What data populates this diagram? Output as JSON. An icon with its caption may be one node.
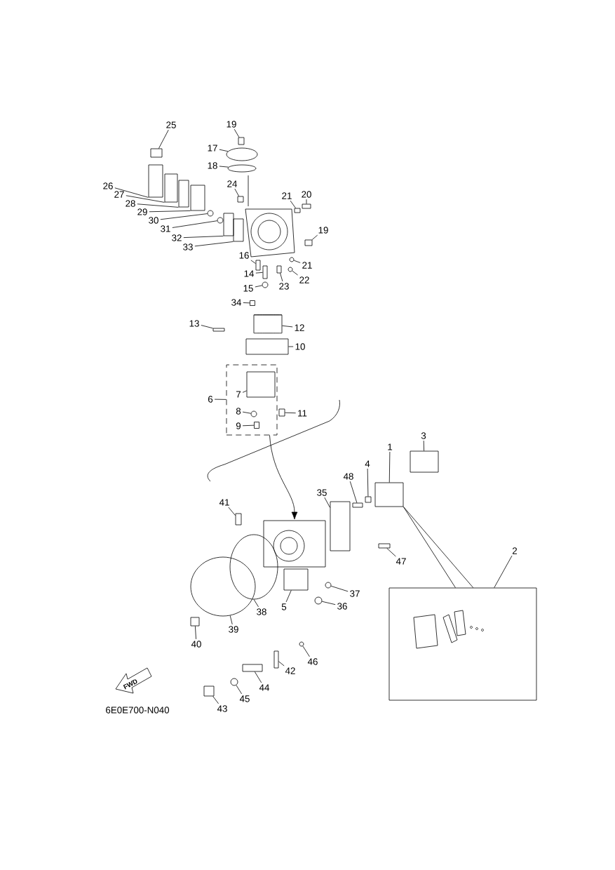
{
  "diagram": {
    "nodes": [
      {
        "text": [],
        "shape": "box"
      },
      {
        "text": [
          "25"
        ]
      },
      {
        "text": [
          "19"
        ]
      },
      {
        "text": [
          "17"
        ]
      },
      {
        "text": [
          "18"
        ]
      },
      {
        "text": [
          "24"
        ]
      },
      {
        "text": [
          "26"
        ]
      },
      {
        "text": [
          "27"
        ]
      },
      {
        "text": [
          "28"
        ]
      },
      {
        "text": [
          "29"
        ]
      },
      {
        "text": [
          "20"
        ]
      },
      {
        "text": [
          "21"
        ]
      },
      {
        "text": [
          "30"
        ]
      },
      {
        "text": [
          "31"
        ]
      },
      {
        "text": [
          "19"
        ]
      },
      {
        "text": [
          "32"
        ]
      },
      {
        "text": [
          "33"
        ]
      },
      {
        "text": [
          "16"
        ]
      },
      {
        "text": [
          "21"
        ]
      },
      {
        "text": [
          "14"
        ]
      },
      {
        "text": [
          "22"
        ]
      },
      {
        "text": [
          "23"
        ]
      },
      {
        "text": [
          "15"
        ]
      },
      {
        "text": [
          "34"
        ]
      },
      {
        "text": [
          "13"
        ]
      },
      {
        "text": [
          "12"
        ]
      },
      {
        "text": [
          "10"
        ]
      },
      {
        "text": [
          "6"
        ]
      },
      {
        "text": [
          "7"
        ],
        "in": 0
      },
      {
        "text": [
          "11"
        ]
      },
      {
        "text": [
          "8"
        ],
        "in": 0
      },
      {
        "text": [
          "9"
        ],
        "in": 0
      },
      {
        "text": [
          "3"
        ]
      },
      {
        "text": [
          "1"
        ]
      },
      {
        "text": [
          "4"
        ]
      },
      {
        "text": [
          "48"
        ]
      },
      {
        "text": [
          "35"
        ]
      },
      {
        "text": [
          "41"
        ]
      },
      {
        "text": [
          "2"
        ]
      },
      {
        "text": [
          "47"
        ]
      },
      {
        "text": [
          "37"
        ]
      },
      {
        "text": [
          "5"
        ]
      },
      {
        "text": [
          "36"
        ]
      },
      {
        "text": [
          "38"
        ]
      },
      {
        "text": [
          "39"
        ]
      },
      {
        "text": [
          "40"
        ]
      },
      {
        "text": [
          "46"
        ]
      },
      {
        "text": [
          "42"
        ]
      },
      {
        "text": [
          "44"
        ]
      },
      {
        "text": [
          "45"
        ]
      },
      {
        "text": [
          "43"
        ]
      },
      {
        "text": [],
        "shape": "box"
      },
      {
        "text": [],
        "shape": "box"
      },
      {
        "text": [],
        "shape": "ellipse"
      },
      {
        "text": [],
        "shape": "ellipse"
      },
      {
        "text": [],
        "shape": "box"
      },
      {
        "text": [],
        "shape": "box"
      },
      {
        "text": [],
        "shape": "box"
      },
      {
        "text": [],
        "shape": "box"
      },
      {
        "text": [],
        "shape": "box"
      },
      {
        "text": [],
        "shape": "box"
      },
      {
        "text": [],
        "shape": "box"
      },
      {
        "text": [],
        "shape": "circle"
      },
      {
        "text": [],
        "shape": "circle"
      },
      {
        "text": [],
        "shape": "box"
      },
      {
        "text": [],
        "shape": "box"
      },
      {
        "text": [],
        "shape": "box"
      },
      {
        "text": [],
        "shape": "box"
      },
      {
        "text": [],
        "shape": "circle"
      },
      {
        "text": [],
        "shape": "box"
      },
      {
        "text": [],
        "shape": "circle"
      },
      {
        "text": [],
        "shape": "box"
      },
      {
        "text": [],
        "shape": "circle"
      },
      {
        "text": [],
        "shape": "box"
      },
      {
        "text": [],
        "shape": "bar"
      },
      {
        "text": [],
        "shape": "cylinder"
      },
      {
        "text": [],
        "shape": "box"
      },
      {
        "text": [],
        "shape": "box",
        "in": 0
      },
      {
        "text": [],
        "shape": "box"
      },
      {
        "text": [],
        "shape": "circle",
        "in": 0
      },
      {
        "text": [],
        "shape": "box",
        "in": 0
      },
      {
        "text": [],
        "shape": "box"
      },
      {
        "text": [],
        "shape": "box"
      },
      {
        "text": [],
        "shape": "box"
      },
      {
        "text": [],
        "shape": "bar"
      },
      {
        "text": [],
        "shape": "box"
      },
      {
        "text": [],
        "shape": "box"
      },
      {
        "text": [],
        "shape": "box"
      },
      {
        "text": [],
        "shape": "bar"
      },
      {
        "text": [],
        "shape": "circle"
      },
      {
        "text": [],
        "shape": "box"
      },
      {
        "text": [],
        "shape": "circle"
      },
      {
        "text": [],
        "shape": "ellipse"
      },
      {
        "text": [],
        "shape": "ellipse"
      },
      {
        "text": [],
        "shape": "box"
      },
      {
        "text": [],
        "shape": "circle"
      },
      {
        "text": [],
        "shape": "bar"
      },
      {
        "text": [],
        "shape": "box"
      },
      {
        "text": [],
        "shape": "circle"
      },
      {
        "text": [],
        "shape": "box"
      },
      {
        "text": [],
        "shape": "box"
      }
    ],
    "edges": [
      {
        "from": 1,
        "to": 51,
        "arrow": "none"
      },
      {
        "from": 2,
        "to": 52,
        "arrow": "none"
      },
      {
        "from": 3,
        "to": 53,
        "arrow": "none"
      },
      {
        "from": 4,
        "to": 54,
        "arrow": "none"
      },
      {
        "from": 5,
        "to": 55,
        "arrow": "none"
      },
      {
        "from": 6,
        "to": 56,
        "arrow": "none"
      },
      {
        "from": 7,
        "to": 57,
        "arrow": "none"
      },
      {
        "from": 8,
        "to": 58,
        "arrow": "none"
      },
      {
        "from": 9,
        "to": 59,
        "arrow": "none"
      },
      {
        "from": 10,
        "to": 60,
        "arrow": "none"
      },
      {
        "from": 11,
        "to": 61,
        "arrow": "none"
      },
      {
        "from": 12,
        "to": 62,
        "arrow": "none"
      },
      {
        "from": 13,
        "to": 63,
        "arrow": "none"
      },
      {
        "from": 14,
        "to": 64,
        "arrow": "none"
      },
      {
        "from": 15,
        "to": 65,
        "arrow": "none"
      },
      {
        "from": 16,
        "to": 66,
        "arrow": "none"
      },
      {
        "from": 17,
        "to": 67,
        "arrow": "none"
      },
      {
        "from": 18,
        "to": 68,
        "arrow": "none"
      },
      {
        "from": 19,
        "to": 69,
        "arrow": "none"
      },
      {
        "from": 20,
        "to": 70,
        "arrow": "none"
      },
      {
        "from": 21,
        "to": 71,
        "arrow": "none"
      },
      {
        "from": 22,
        "to": 72,
        "arrow": "none"
      },
      {
        "from": 23,
        "to": 73,
        "arrow": "none"
      },
      {
        "from": 24,
        "to": 74,
        "arrow": "none"
      },
      {
        "from": 25,
        "to": 75,
        "arrow": "none"
      },
      {
        "from": 26,
        "to": 76,
        "arrow": "none"
      },
      {
        "from": 27,
        "to": 0,
        "arrow": "none"
      },
      {
        "from": 28,
        "to": 77,
        "arrow": "none"
      },
      {
        "from": 29,
        "to": 78,
        "arrow": "none"
      },
      {
        "from": 30,
        "to": 79,
        "arrow": "none"
      },
      {
        "from": 31,
        "to": 80,
        "arrow": "none"
      },
      {
        "from": 32,
        "to": 81,
        "arrow": "none"
      },
      {
        "from": 33,
        "to": 82,
        "arrow": "none"
      },
      {
        "from": 34,
        "to": 83,
        "arrow": "none"
      },
      {
        "from": 35,
        "to": 84,
        "arrow": "none"
      },
      {
        "from": 36,
        "to": 85,
        "arrow": "none"
      },
      {
        "from": 37,
        "to": 86,
        "arrow": "none"
      },
      {
        "from": 38,
        "to": 87,
        "arrow": "none"
      },
      {
        "from": 39,
        "to": 88,
        "arrow": "none"
      },
      {
        "from": 40,
        "to": 89,
        "arrow": "none"
      },
      {
        "from": 41,
        "to": 90,
        "arrow": "none"
      },
      {
        "from": 42,
        "to": 91,
        "arrow": "none"
      },
      {
        "from": 43,
        "to": 92,
        "arrow": "none"
      },
      {
        "from": 44,
        "to": 93,
        "arrow": "none"
      },
      {
        "from": 45,
        "to": 94,
        "arrow": "none"
      },
      {
        "from": 46,
        "to": 95,
        "arrow": "none"
      },
      {
        "from": 47,
        "to": 96,
        "arrow": "none"
      },
      {
        "from": 48,
        "to": 97,
        "arrow": "none"
      },
      {
        "from": 49,
        "to": 98,
        "arrow": "none"
      },
      {
        "from": 50,
        "to": 99,
        "arrow": "none"
      },
      {
        "from": 82,
        "to": 87,
        "arrow": "none"
      },
      {
        "from": 0,
        "to": 100,
        "arrow": "to"
      }
    ],
    "labels": [
      "FWD",
      "6E0E700-N040"
    ]
  }
}
